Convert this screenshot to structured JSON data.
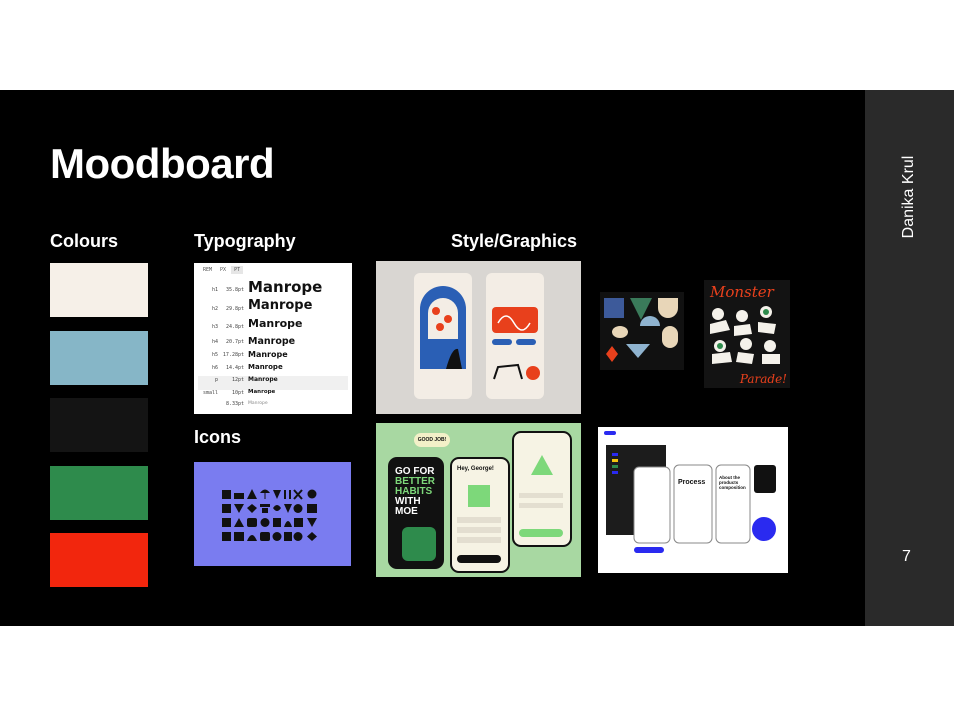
{
  "slide": {
    "title": "Moodboard",
    "author": "Danika Krul",
    "page_number": "7"
  },
  "sections": {
    "colours": "Colours",
    "typography": "Typography",
    "icons": "Icons",
    "style": "Style/Graphics"
  },
  "colours": [
    "#f6f0e8",
    "#86b6c7",
    "#141414",
    "#2e8b4c",
    "#f2260d"
  ],
  "typography": {
    "tabs": [
      "REM",
      "PX",
      "PT"
    ],
    "active_tab": "PT",
    "rows": [
      {
        "tag": "h1",
        "size": "35.8pt",
        "sample": "Manrope"
      },
      {
        "tag": "h2",
        "size": "29.8pt",
        "sample": "Manrope"
      },
      {
        "tag": "h3",
        "size": "24.8pt",
        "sample": "Manrope"
      },
      {
        "tag": "h4",
        "size": "20.7pt",
        "sample": "Manrope"
      },
      {
        "tag": "h5",
        "size": "17.28pt",
        "sample": "Manrope"
      },
      {
        "tag": "h6",
        "size": "14.4pt",
        "sample": "Manrope"
      },
      {
        "tag": "p",
        "size": "12pt",
        "sample": "Manrope"
      },
      {
        "tag": "small",
        "size": "10pt",
        "sample": "Manrope"
      },
      {
        "tag": "",
        "size": "8.33pt",
        "sample": "Manrope"
      }
    ]
  },
  "graphics": {
    "habit_app": {
      "bubble": "GOOD JOB!",
      "headline": [
        "GO FOR",
        "BETTER",
        "HABITS",
        "WITH",
        "MOE"
      ],
      "greeting": "Hey, George!"
    },
    "poster": {
      "top": "Monster",
      "bottom": "Parade!"
    },
    "process_ui": {
      "title": "Process",
      "about": "About the products composition"
    }
  }
}
